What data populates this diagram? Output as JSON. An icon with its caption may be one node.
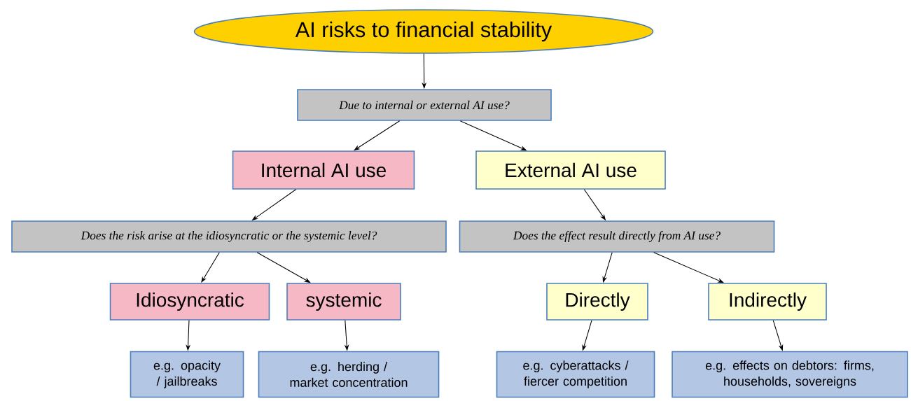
{
  "diagram": {
    "nodes": [
      {
        "text": [
          "AI risks to financial stability"
        ]
      },
      {
        "text": [
          "Due to internal or external AI use?"
        ]
      },
      {
        "text": [
          "Internal AI use"
        ]
      },
      {
        "text": [
          "External AI use"
        ]
      },
      {
        "text": [
          "Does the risk arise at the idiosyncratic or the systemic level?"
        ]
      },
      {
        "text": [
          "Does the effect result directly from AI use?"
        ]
      },
      {
        "text": [
          "Idiosyncratic"
        ]
      },
      {
        "text": [
          "systemic"
        ]
      },
      {
        "text": [
          "Directly"
        ]
      },
      {
        "text": [
          "Indirectly"
        ]
      },
      {
        "text": [
          "e.g. opacity / jailbreaks"
        ]
      },
      {
        "text": [
          "e.g. herding / market concentration"
        ]
      },
      {
        "text": [
          "e.g. cyberattacks / fiercer competition"
        ]
      },
      {
        "text": [
          "e.g. effects on debtors: firms, households, sovereigns"
        ]
      }
    ],
    "edges": [
      {
        "from": 0,
        "to": 1,
        "arrow": "to"
      },
      {
        "from": 1,
        "to": 2,
        "arrow": "to"
      },
      {
        "from": 1,
        "to": 3,
        "arrow": "to"
      },
      {
        "from": 2,
        "to": 4,
        "arrow": "to"
      },
      {
        "from": 3,
        "to": 5,
        "arrow": "to"
      },
      {
        "from": 4,
        "to": 6,
        "arrow": "to"
      },
      {
        "from": 4,
        "to": 7,
        "arrow": "to"
      },
      {
        "from": 5,
        "to": 8,
        "arrow": "to"
      },
      {
        "from": 5,
        "to": 9,
        "arrow": "to"
      },
      {
        "from": 6,
        "to": 10,
        "arrow": "to"
      },
      {
        "from": 7,
        "to": 11,
        "arrow": "to"
      },
      {
        "from": 8,
        "to": 12,
        "arrow": "to"
      },
      {
        "from": 9,
        "to": 13,
        "arrow": "to"
      }
    ]
  }
}
